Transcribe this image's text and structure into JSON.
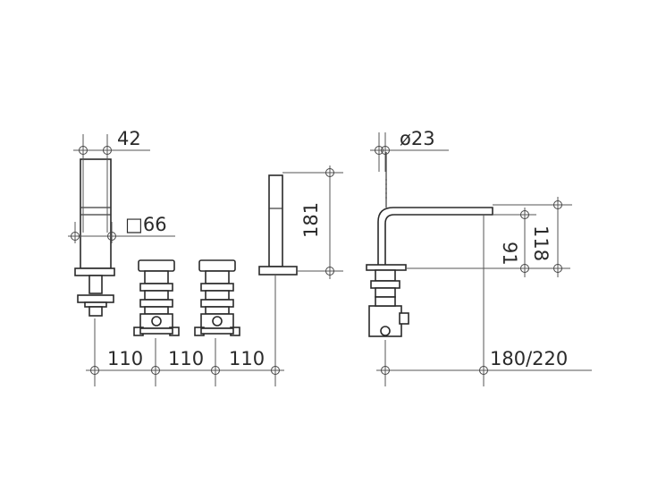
{
  "dimensions": {
    "top_width": "42",
    "square": "□66",
    "pitch_1": "110",
    "pitch_2": "110",
    "pitch_3": "110",
    "handshower_height": "181",
    "spout_diameter": "ø23",
    "spout_inner_height": "91",
    "spout_height": "118",
    "spout_reach": "180/220"
  }
}
